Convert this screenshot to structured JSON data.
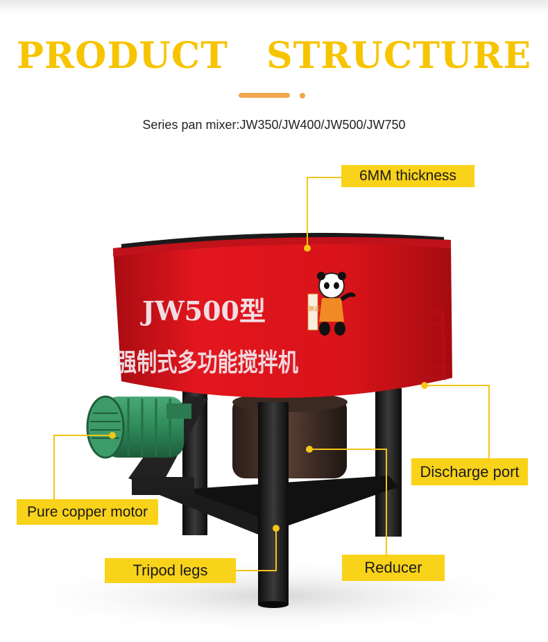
{
  "header": {
    "title": "PRODUCT    STRUCTURE",
    "subtitle": "Series pan mixer:JW350/JW400/JW500/JW750"
  },
  "machine": {
    "model_print": "JW500型",
    "body_print": "强制式多功能搅拌机",
    "mascot_tag": "鹏诚"
  },
  "callouts": {
    "thickness": "6MM thickness",
    "discharge": "Discharge port",
    "motor": "Pure copper motor",
    "reducer": "Reducer",
    "legs": "Tripod legs"
  },
  "colors": {
    "title": "#f7c400",
    "label_bg": "#f9d21a",
    "leader_line": "#f5c518",
    "drum_red": "#d8141b",
    "motor_green": "#2f8a5a",
    "accent_orange": "#f0a64a"
  }
}
